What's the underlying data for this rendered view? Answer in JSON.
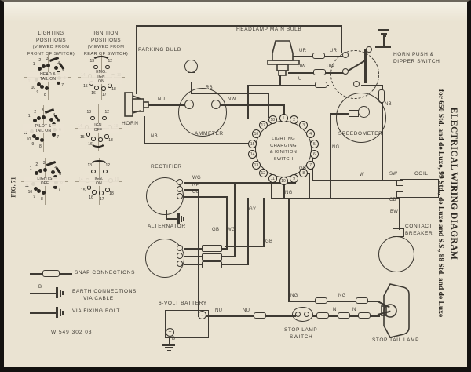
{
  "page": {
    "fig_label": "FIG. 71",
    "part_number": "W 549 302 03"
  },
  "margin": {
    "title": "ELECTRICAL WIRING DIAGRAM",
    "subtitle": "for 650 Std. and de Luxe, 99 Std., de Luxe and S.S., 88 Std. and de Luxe"
  },
  "headers": {
    "lighting": [
      "LIGHTING",
      "POSITIONS",
      "(VIEWED FROM",
      "FRONT OF SWITCH)"
    ],
    "ignition": [
      "IGNITION",
      "POSITIONS",
      "(VIEWED FROM",
      "REAR OF SWITCH)"
    ]
  },
  "mini_switches": [
    {
      "kind": "lighting",
      "label_lines": [
        "HEAD &",
        "TAIL ON"
      ],
      "terminals": [
        1,
        2,
        3,
        4,
        5,
        6,
        7,
        8,
        9,
        10,
        11
      ]
    },
    {
      "kind": "ignition",
      "label_lines": [
        "EMG.",
        "IGN",
        "ON"
      ],
      "terminals": [
        12,
        13,
        14,
        15,
        16,
        17,
        18,
        19
      ]
    },
    {
      "kind": "lighting",
      "label_lines": [
        "PILOT &",
        "TAIL ON"
      ],
      "terminals": [
        1,
        2,
        3,
        4,
        5,
        6,
        7,
        8,
        9,
        10,
        11
      ]
    },
    {
      "kind": "ignition",
      "label_lines": [
        "IGN",
        "OFF"
      ],
      "terminals": [
        12,
        13,
        14,
        15,
        16,
        17,
        18,
        19
      ]
    },
    {
      "kind": "lighting",
      "label_lines": [
        "LIGHTS",
        "OFF"
      ],
      "terminals": [
        1,
        2,
        3,
        4,
        5,
        6,
        7,
        8,
        9,
        10,
        11
      ]
    },
    {
      "kind": "ignition",
      "label_lines": [
        "IGN.",
        "ON"
      ],
      "terminals": [
        12,
        13,
        14,
        15,
        16,
        17,
        18,
        19
      ]
    }
  ],
  "main_switch": {
    "label_lines": [
      "LIGHTING",
      "CHARGING",
      "& IGNITION",
      "SWITCH"
    ],
    "terminals": [
      1,
      2,
      3,
      4,
      5,
      6,
      7,
      8,
      9,
      10,
      11,
      12,
      13,
      14,
      15,
      16,
      17,
      18
    ]
  },
  "components": {
    "parking_bulb": "PARKING BULB",
    "headlamp": "HEADLAMP MAIN BULB",
    "horn_push_1": "HORN PUSH &",
    "horn_push_2": "DIPPER SWITCH",
    "horn": "HORN",
    "ammeter": "AMMETER",
    "speedometer": "SPEEDOMETER",
    "rectifier": "RECTIFIER",
    "alternator": "ALTERNATOR",
    "coil": "COIL",
    "contact_breaker_1": "CONTACT",
    "contact_breaker_2": "BREAKER",
    "stop_switch_1": "STOP LAMP",
    "stop_switch_2": "SWITCH",
    "tail_lamp": "STOP TAIL LAMP"
  },
  "battery": {
    "label": "6-VOLT BATTERY",
    "minus": "-",
    "plus": "+"
  },
  "wires": {
    "nu_horn": "NU",
    "nw": "NW",
    "rb": "RB",
    "ur_a": "UR",
    "ur_b": "UR",
    "uw_a": "UW",
    "uw_b": "UW",
    "u": "U",
    "nb_dipper": "NB",
    "nb_horn": "NB",
    "ng_speedo": "NG",
    "ng_switch": "NG",
    "gb_switch": "GB",
    "gb_mid": "GB",
    "gb_alt": "GB",
    "wg_alt": "WG",
    "gy": "GY",
    "wg_rect": "WG",
    "np_rect": "NP",
    "gb_rect": "GB",
    "w": "W",
    "sw": "SW",
    "cb": "CB",
    "bw": "BW",
    "nu_bat_a": "NU",
    "nu_bat_b": "NU",
    "ng_stop_a": "NG",
    "ng_stop_b": "NG",
    "n_a": "N",
    "n_b": "N",
    "b_bat": "B"
  },
  "legend": {
    "snap": "SNAP CONNECTIONS",
    "earth_cable_1": "EARTH CONNECTIONS",
    "earth_cable_2": "VIA CABLE",
    "earth_bolt": "VIA FIXING BOLT",
    "b": "B"
  }
}
